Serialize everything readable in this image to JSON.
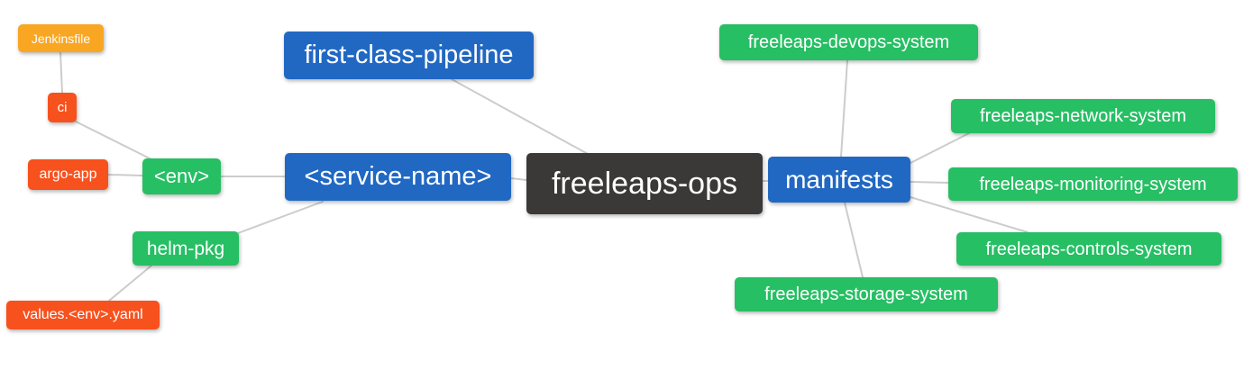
{
  "diagram": {
    "type": "mindmap",
    "root": "freeleaps-ops",
    "colors": {
      "root_node": "#3B3838",
      "branch_node": "#2168C3",
      "green_leaf": "#26BF64",
      "amber_leaf": "#F9A623",
      "red_leaf": "#F7511E",
      "edge_line": "#CCCCCC",
      "node_text": "#FFFFFF",
      "background": "#FFFFFF"
    },
    "nodes": {
      "jenkinsfile": {
        "label": "Jenkinsfile"
      },
      "ci": {
        "label": "ci"
      },
      "argo_app": {
        "label": "argo-app"
      },
      "env": {
        "label": "<env>"
      },
      "helm_pkg": {
        "label": "helm-pkg"
      },
      "values_yaml": {
        "label": "values.<env>.yaml"
      },
      "pipeline": {
        "label": "first-class-pipeline"
      },
      "service_name": {
        "label": "<service-name>"
      },
      "ops": {
        "label": "freeleaps-ops"
      },
      "manifests": {
        "label": "manifests"
      },
      "devops": {
        "label": "freeleaps-devops-system"
      },
      "network": {
        "label": "freeleaps-network-system"
      },
      "monitoring": {
        "label": "freeleaps-monitoring-system"
      },
      "controls": {
        "label": "freeleaps-controls-system"
      },
      "storage": {
        "label": "freeleaps-storage-system"
      }
    },
    "edges": [
      {
        "from": "Jenkinsfile",
        "to": "ci"
      },
      {
        "from": "ci",
        "to": "<env>"
      },
      {
        "from": "argo-app",
        "to": "<env>"
      },
      {
        "from": "<env>",
        "to": "<service-name>"
      },
      {
        "from": "helm-pkg",
        "to": "<service-name>"
      },
      {
        "from": "values.<env>.yaml",
        "to": "helm-pkg"
      },
      {
        "from": "first-class-pipeline",
        "to": "freeleaps-ops"
      },
      {
        "from": "<service-name>",
        "to": "freeleaps-ops"
      },
      {
        "from": "freeleaps-ops",
        "to": "manifests"
      },
      {
        "from": "manifests",
        "to": "freeleaps-devops-system"
      },
      {
        "from": "manifests",
        "to": "freeleaps-network-system"
      },
      {
        "from": "manifests",
        "to": "freeleaps-monitoring-system"
      },
      {
        "from": "manifests",
        "to": "freeleaps-controls-system"
      },
      {
        "from": "manifests",
        "to": "freeleaps-storage-system"
      }
    ]
  }
}
